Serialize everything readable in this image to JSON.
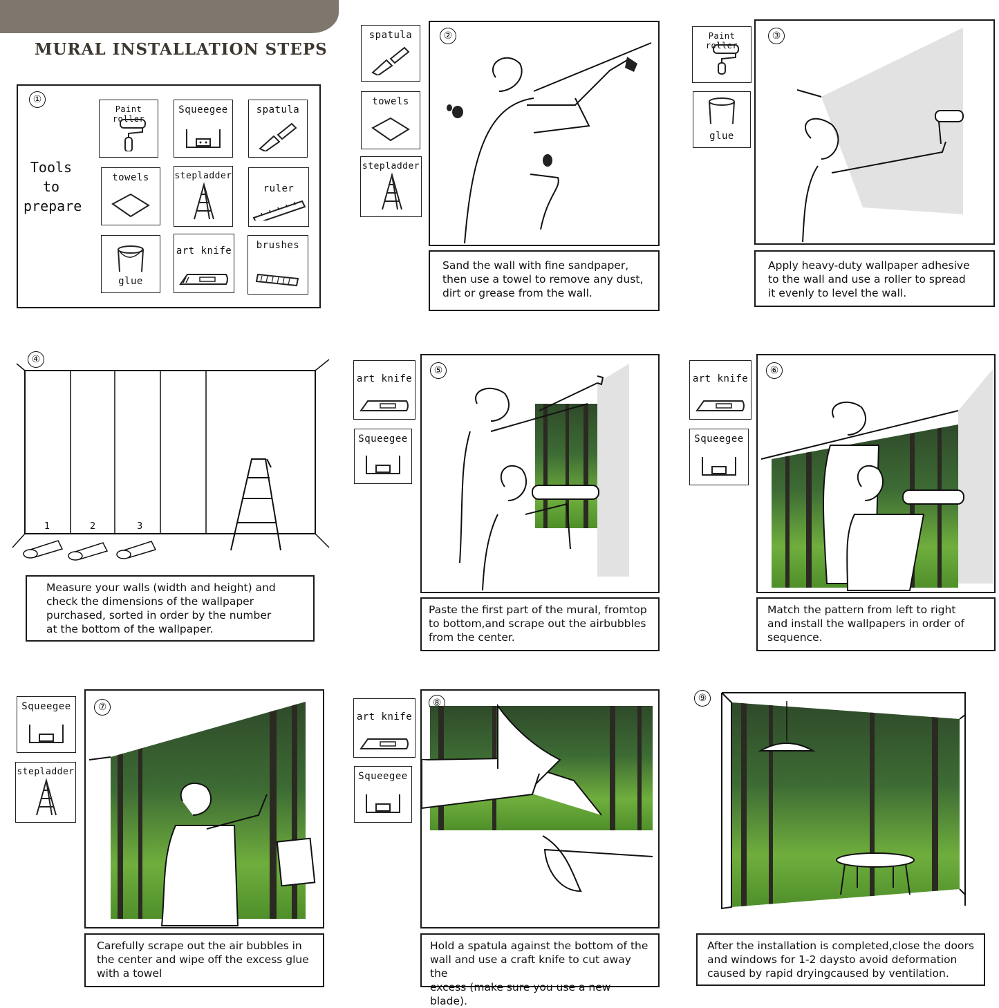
{
  "header": {
    "title": "MURAL INSTALLATION STEPS"
  },
  "step1": {
    "number": "①",
    "tools_heading": [
      "Tools",
      "to",
      "prepare"
    ],
    "tools": [
      "Paint roller",
      "Squeegee",
      "spatula",
      "towels",
      "stepladder",
      "ruler",
      "glue",
      "art knife",
      "brushes"
    ]
  },
  "step2": {
    "number": "②",
    "tools": [
      "spatula",
      "towels",
      "stepladder"
    ],
    "caption": [
      "Sand the wall with fine sandpaper,",
      "then use a towel to remove any dust,",
      "dirt or grease from the wall."
    ]
  },
  "step3": {
    "number": "③",
    "tools": [
      "Paint roller",
      "glue"
    ],
    "caption": [
      "Apply heavy-duty wallpaper adhesive",
      "to the wall and use a roller to spread",
      "it evenly to level the wall."
    ]
  },
  "step4": {
    "number": "④",
    "roll_numbers": [
      "1",
      "2",
      "3"
    ],
    "caption": [
      "Measure your walls (width and height) and",
      "check the dimensions of the wallpaper",
      "purchased, sorted in order by the number",
      "at the bottom of the wallpaper."
    ]
  },
  "step5": {
    "number": "⑤",
    "tools": [
      "art knife",
      "Squeegee"
    ],
    "caption": [
      "Paste the first part of the mural, fromtop",
      " to bottom,and scrape out the airbubbles",
      " from the center."
    ]
  },
  "step6": {
    "number": "⑥",
    "tools": [
      "art knife",
      "Squeegee"
    ],
    "caption": [
      "Match the pattern from left to right",
      "and install the wallpapers in order of",
      " sequence."
    ]
  },
  "step7": {
    "number": "⑦",
    "tools": [
      "Squeegee",
      "stepladder"
    ],
    "caption": [
      "Carefully scrape out the air bubbles in",
      "the center and wipe off the excess glue",
      " with a towel"
    ]
  },
  "step8": {
    "number": "⑧",
    "tools": [
      "art knife",
      "Squeegee"
    ],
    "caption": [
      "Hold a spatula against the bottom of the",
      "wall and use a craft knife to cut away the",
      "excess (make sure you use a new blade)."
    ]
  },
  "step9": {
    "number": "⑨",
    "caption": [
      "After the installation is completed,close the doors",
      " and windows for 1-2 daysto avoid deformation",
      "caused by rapid dryingcaused by ventilation."
    ]
  }
}
